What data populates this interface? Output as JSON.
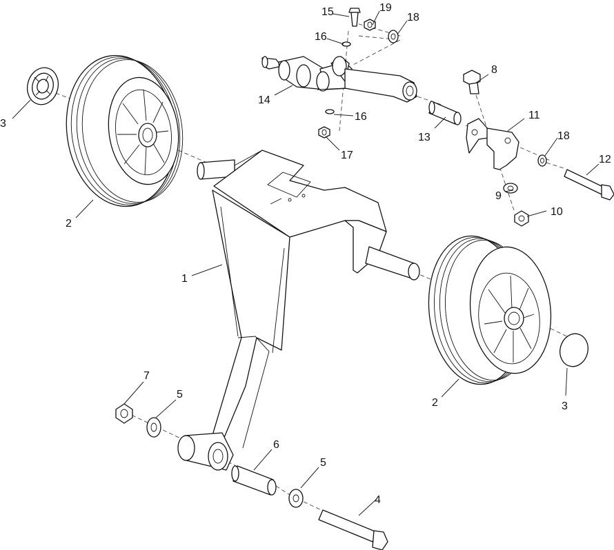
{
  "callouts": {
    "c1": "1",
    "c2a": "2",
    "c2b": "2",
    "c3a": "3",
    "c3b": "3",
    "c4": "4",
    "c5a": "5",
    "c5b": "5",
    "c6": "6",
    "c7": "7",
    "c8": "8",
    "c9": "9",
    "c10": "10",
    "c11": "11",
    "c12": "12",
    "c13": "13",
    "c14": "14",
    "c15": "15",
    "c16a": "16",
    "c16b": "16",
    "c17": "17",
    "c18a": "18",
    "c18b": "18",
    "c19": "19"
  }
}
